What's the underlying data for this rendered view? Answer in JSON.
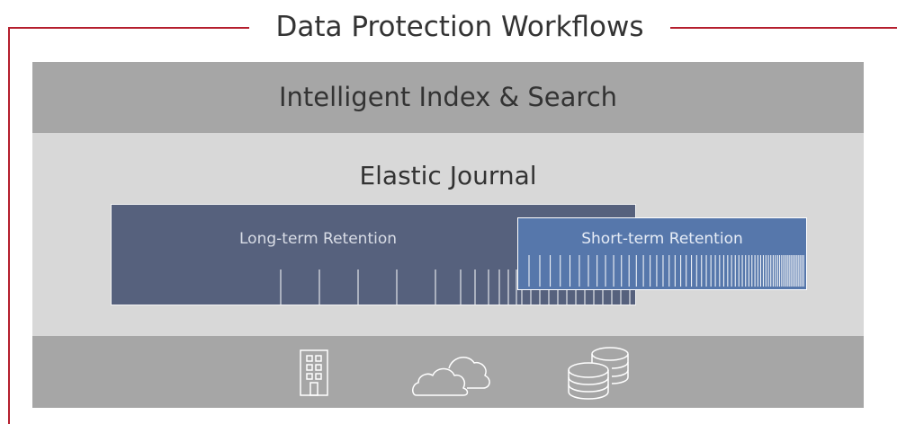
{
  "frame": {
    "title": "Data Protection Workflows",
    "accent_color": "#b51f2e"
  },
  "layers": {
    "index": {
      "label": "Intelligent Index & Search",
      "color": "#a6a6a6"
    },
    "journal": {
      "label": "Elastic Journal",
      "color": "#d8d8d8",
      "long_term": {
        "label": "Long-term Retention",
        "color": "#56617d"
      },
      "short_term": {
        "label": "Short-term Retention",
        "color": "#5677ab"
      }
    },
    "sources": {
      "color": "#a6a6a6",
      "icons": [
        "building-icon",
        "cloud-icon",
        "database-icon"
      ]
    }
  }
}
